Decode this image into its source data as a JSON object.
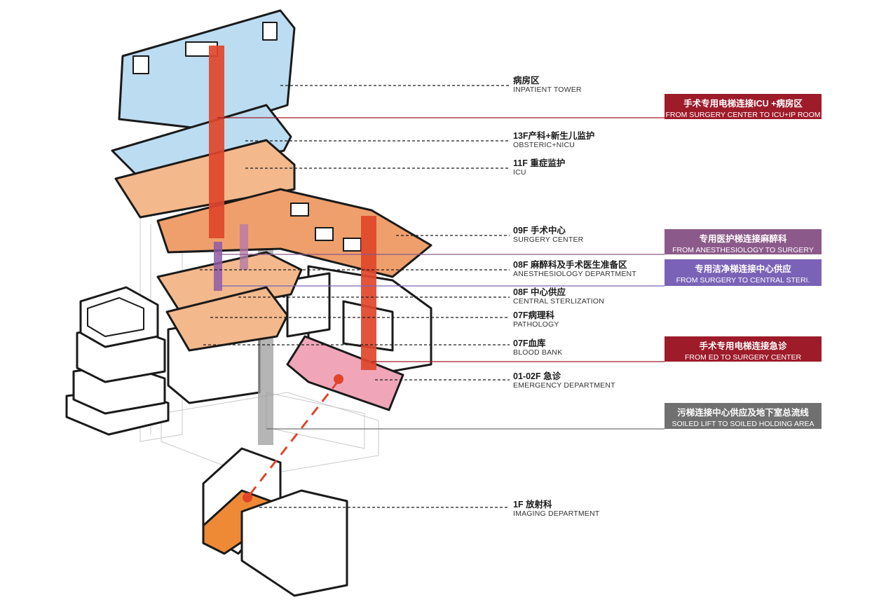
{
  "colors": {
    "inpatient": "#bcdcf1",
    "floor_orange": "#f3b88c",
    "surgery_orange": "#ee9f6c",
    "emergency_pink": "#f0a6b8",
    "imaging_orange": "#ee8a35",
    "elevator_red": "#e0452a",
    "elevator_purple": "#8e5aa6",
    "soiled_gray": "#9c9c9c",
    "outline": "#1a1a1a",
    "callout_red": "#9e1b2a",
    "callout_purple_1": "#8c5a8a",
    "callout_purple_2": "#7a63b6",
    "callout_gray": "#707070"
  },
  "labels": [
    {
      "zh": "病房区",
      "en": "INPATIENT TOWER"
    },
    {
      "zh": "13F产科+新生儿监护",
      "en": "OBSTERIC+NICU"
    },
    {
      "zh": "11F 重症监护",
      "en": "ICU"
    },
    {
      "zh": "09F 手术中心",
      "en": "SURGERY CENTER"
    },
    {
      "zh": "08F 麻醉科及手术医生准备区",
      "en": "ANESTHESIOLOGY DEPARTMENT"
    },
    {
      "zh": "08F 中心供应",
      "en": "CENTRAL STERLIZATION"
    },
    {
      "zh": "07F病理科",
      "en": "PATHOLOGY"
    },
    {
      "zh": "07F血库",
      "en": "BLOOD BANK"
    },
    {
      "zh": "01-02F 急诊",
      "en": "EMERGENCY DEPARTMENT"
    },
    {
      "zh": "1F 放射科",
      "en": "IMAGING DEPARTMENT"
    }
  ],
  "callouts": [
    {
      "zh": "手术专用电梯连接ICU +病房区",
      "en": "FROM SURGERY CENTER TO ICU+IP ROOM",
      "color": "#9e1b2a"
    },
    {
      "zh": "专用医护梯连接麻醉科",
      "en": "FROM ANESTHESIOLOGY TO SURGERY",
      "color": "#8c5a8a"
    },
    {
      "zh": "专用洁净梯连接中心供应",
      "en": "FROM SURGERY TO CENTRAL STERI.",
      "color": "#7a63b6"
    },
    {
      "zh": "手术专用电梯连接急诊",
      "en": "FROM ED TO SURGERY CENTER",
      "color": "#9e1b2a"
    },
    {
      "zh": "污梯连接中心供应及地下室总流线",
      "en": "SOILED LIFT TO SOILED HOLDING AREA",
      "color": "#707070"
    }
  ]
}
